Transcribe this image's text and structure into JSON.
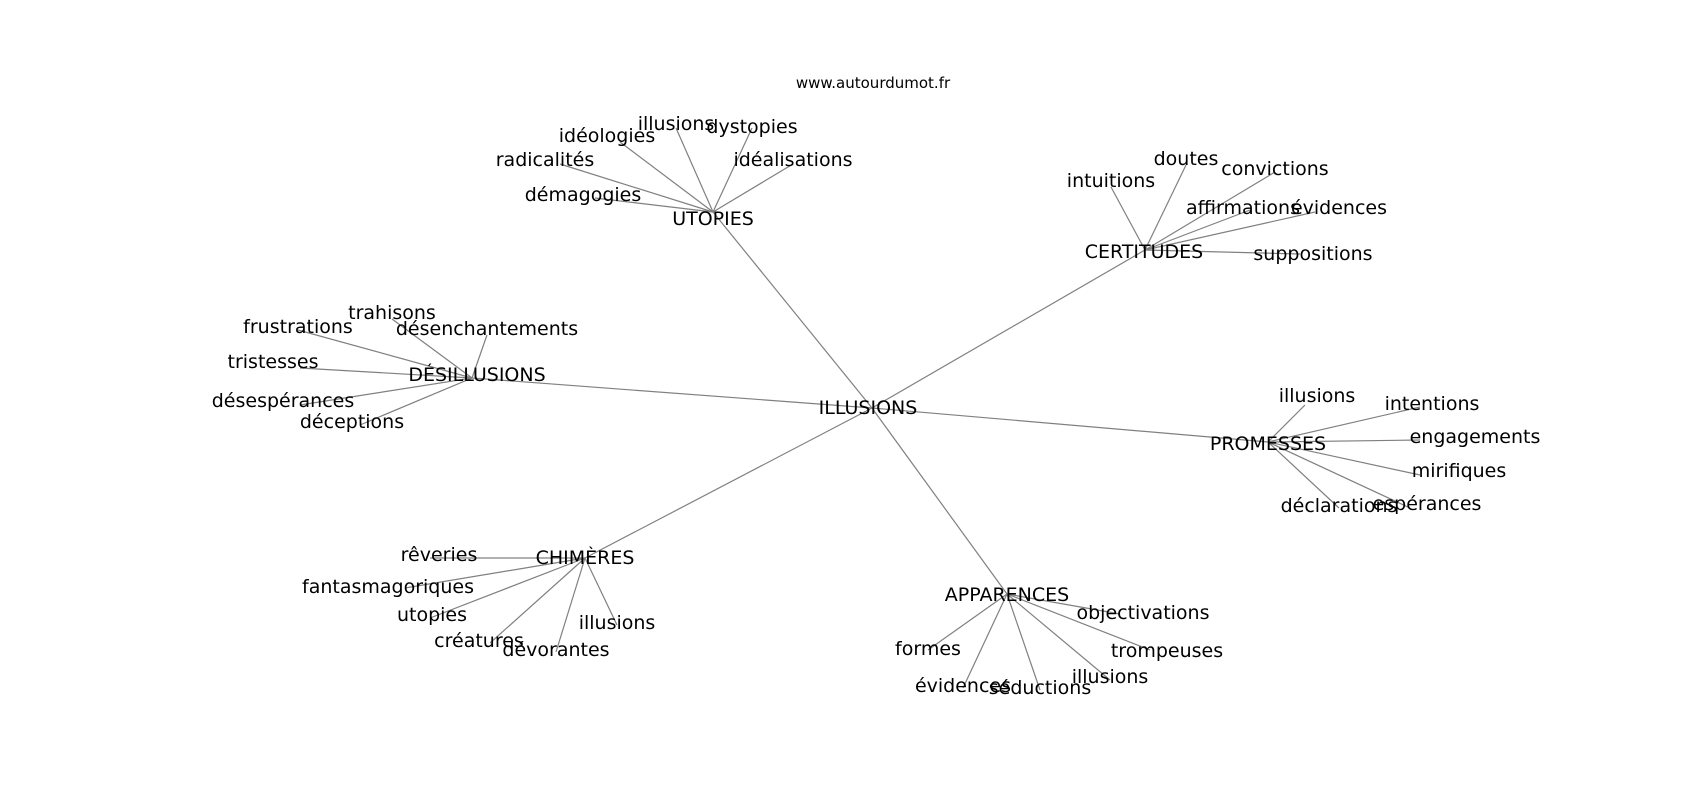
{
  "site": "www.autourdumot.fr",
  "root": "ILLUSIONS",
  "groups": [
    {
      "label": "UTOPIES",
      "children": [
        "idéologies",
        "illusions",
        "dystopies",
        "radicalités",
        "idéalisations",
        "démagogies"
      ]
    },
    {
      "label": "CERTITUDES",
      "children": [
        "intuitions",
        "doutes",
        "convictions",
        "affirmations",
        "évidences",
        "suppositions"
      ]
    },
    {
      "label": "DÉSILLUSIONS",
      "children": [
        "trahisons",
        "frustrations",
        "désenchantements",
        "tristesses",
        "désespérances",
        "déceptions"
      ]
    },
    {
      "label": "PROMESSES",
      "children": [
        "illusions",
        "intentions",
        "engagements",
        "mirifiques",
        "déclarations",
        "espérances"
      ]
    },
    {
      "label": "CHIMÈRES",
      "children": [
        "rêveries",
        "fantasmagoriques",
        "utopies",
        "illusions",
        "créatures",
        "dévorantes"
      ]
    },
    {
      "label": "APPARENCES",
      "children": [
        "objectivations",
        "formes",
        "trompeuses",
        "illusions",
        "évidences",
        "séductions"
      ]
    }
  ]
}
